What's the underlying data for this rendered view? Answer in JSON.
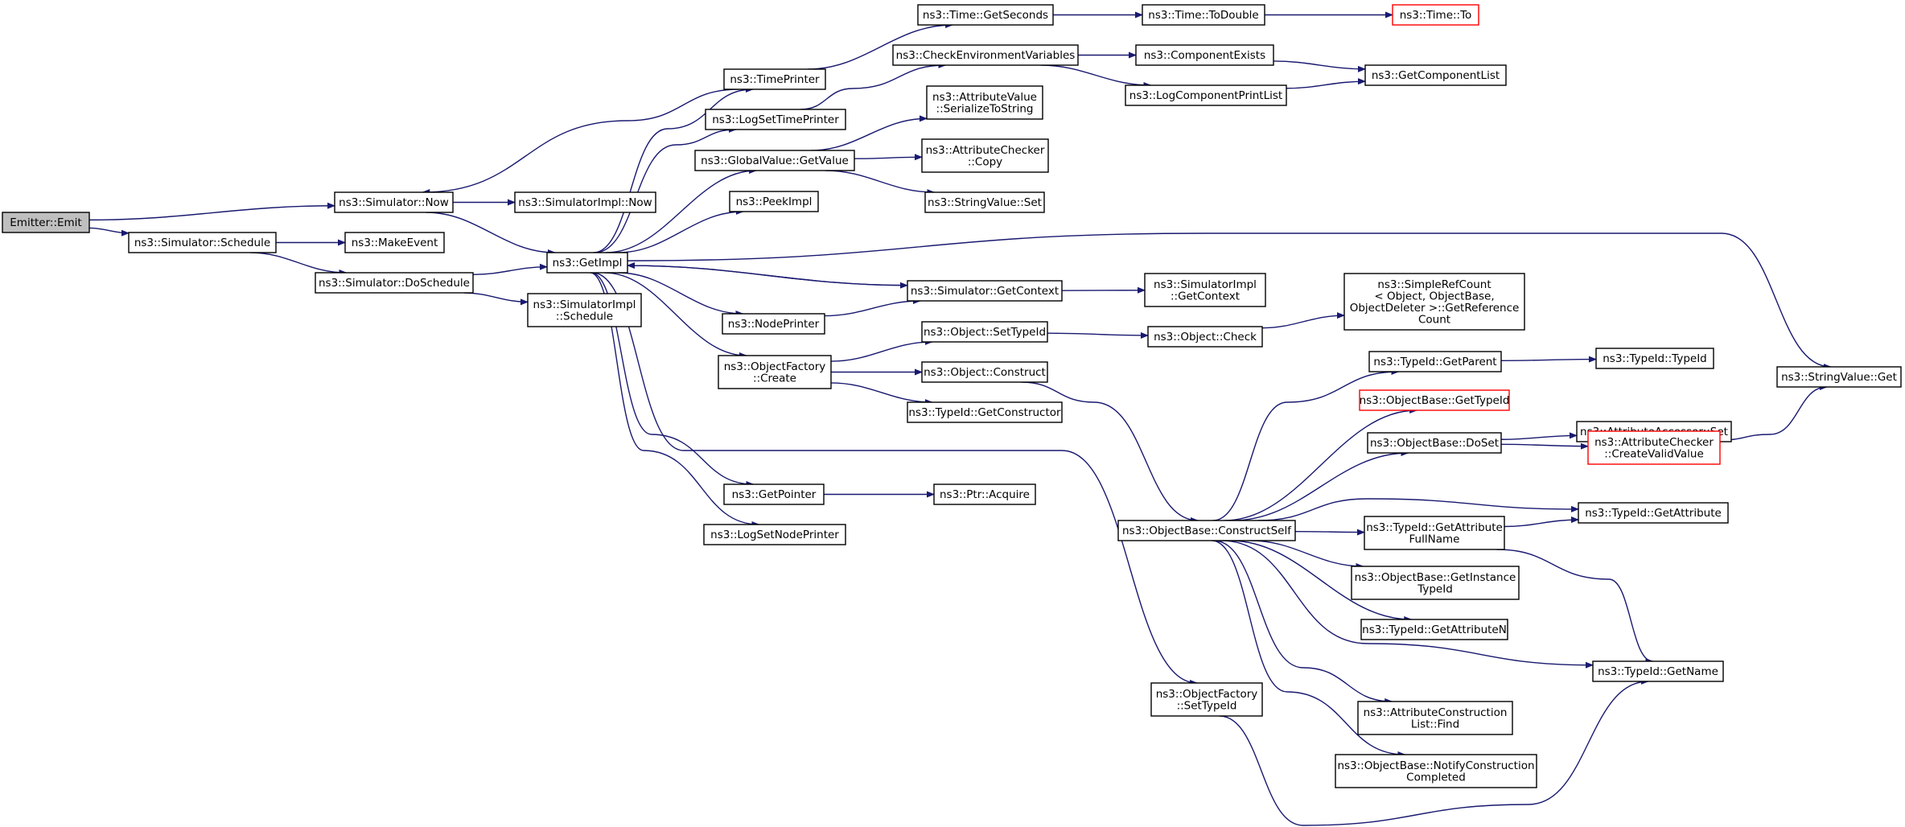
{
  "title": "",
  "colors": {
    "edge": "#191970",
    "root_fill": "#bfbfbf",
    "truncated_border": "#ff0000",
    "node_border": "#000000"
  },
  "nodes": [
    {
      "id": "emit",
      "lines": [
        "Emitter::Emit"
      ],
      "root": true
    },
    {
      "id": "now",
      "lines": [
        "ns3::Simulator::Now"
      ]
    },
    {
      "id": "schedule",
      "lines": [
        "ns3::Simulator::Schedule"
      ]
    },
    {
      "id": "doschedule",
      "lines": [
        "ns3::Simulator::DoSchedule"
      ]
    },
    {
      "id": "getimpl",
      "lines": [
        "ns3::GetImpl"
      ]
    },
    {
      "id": "simimplnow",
      "lines": [
        "ns3::SimulatorImpl::Now"
      ]
    },
    {
      "id": "makeevent",
      "lines": [
        "ns3::MakeEvent"
      ]
    },
    {
      "id": "simimplschedule",
      "lines": [
        "ns3::SimulatorImpl",
        "::Schedule"
      ]
    },
    {
      "id": "timeprinter",
      "lines": [
        "ns3::TimePrinter"
      ]
    },
    {
      "id": "logsettimeprinter",
      "lines": [
        "ns3::LogSetTimePrinter"
      ]
    },
    {
      "id": "globalvalue",
      "lines": [
        "ns3::GlobalValue::GetValue"
      ]
    },
    {
      "id": "peekimpl",
      "lines": [
        "ns3::PeekImpl"
      ]
    },
    {
      "id": "nodeprinter",
      "lines": [
        "ns3::NodePrinter"
      ]
    },
    {
      "id": "objfactorycreate",
      "lines": [
        "ns3::ObjectFactory",
        "::Create"
      ]
    },
    {
      "id": "getpointer",
      "lines": [
        "ns3::GetPointer"
      ]
    },
    {
      "id": "logsetnodeprinter",
      "lines": [
        "ns3::LogSetNodePrinter"
      ]
    },
    {
      "id": "timegetseconds",
      "lines": [
        "ns3::Time::GetSeconds"
      ]
    },
    {
      "id": "timetodouble",
      "lines": [
        "ns3::Time::ToDouble"
      ]
    },
    {
      "id": "timeto",
      "lines": [
        "ns3::Time::To"
      ],
      "truncated": true
    },
    {
      "id": "checkenv",
      "lines": [
        "ns3::CheckEnvironmentVariables"
      ]
    },
    {
      "id": "componentexists",
      "lines": [
        "ns3::ComponentExists"
      ]
    },
    {
      "id": "logcompprintlist",
      "lines": [
        "ns3::LogComponentPrintList"
      ]
    },
    {
      "id": "getcomponentlist",
      "lines": [
        "ns3::GetComponentList"
      ]
    },
    {
      "id": "attrvalserialize",
      "lines": [
        "ns3::AttributeValue",
        "::SerializeToString"
      ]
    },
    {
      "id": "attrcheckercopy",
      "lines": [
        "ns3::AttributeChecker",
        "::Copy"
      ]
    },
    {
      "id": "stringvalueset",
      "lines": [
        "ns3::StringValue::Set"
      ]
    },
    {
      "id": "stringvalueget",
      "lines": [
        "ns3::StringValue::Get"
      ]
    },
    {
      "id": "simgetcontext",
      "lines": [
        "ns3::Simulator::GetContext"
      ]
    },
    {
      "id": "simimplgetcontext",
      "lines": [
        "ns3::SimulatorImpl",
        "::GetContext"
      ]
    },
    {
      "id": "objsettypeid",
      "lines": [
        "ns3::Object::SetTypeId"
      ]
    },
    {
      "id": "objcheck",
      "lines": [
        "ns3::Object::Check"
      ]
    },
    {
      "id": "simplerefcount",
      "lines": [
        "ns3::SimpleRefCount",
        "< Object, ObjectBase,",
        " ObjectDeleter >::GetReference",
        "Count"
      ]
    },
    {
      "id": "objconstruct",
      "lines": [
        "ns3::Object::Construct"
      ]
    },
    {
      "id": "typeidgetconstructor",
      "lines": [
        "ns3::TypeId::GetConstructor"
      ]
    },
    {
      "id": "ptracquire",
      "lines": [
        "ns3::Ptr::Acquire"
      ]
    },
    {
      "id": "constructself",
      "lines": [
        "ns3::ObjectBase::ConstructSelf"
      ]
    },
    {
      "id": "objfactorysettypeid",
      "lines": [
        "ns3::ObjectFactory",
        "::SetTypeId"
      ]
    },
    {
      "id": "typeidgetparent",
      "lines": [
        "ns3::TypeId::GetParent"
      ]
    },
    {
      "id": "typeidtypeid",
      "lines": [
        "ns3::TypeId::TypeId"
      ]
    },
    {
      "id": "objbasegettypeid",
      "lines": [
        "ns3::ObjectBase::GetTypeId"
      ],
      "truncated": true
    },
    {
      "id": "objbasedoset",
      "lines": [
        "ns3::ObjectBase::DoSet"
      ]
    },
    {
      "id": "attraccessorset",
      "lines": [
        "ns3::AttributeAccessor::Set"
      ]
    },
    {
      "id": "createvalidvalue",
      "lines": [
        "ns3::AttributeChecker",
        "::CreateValidValue"
      ],
      "truncated": true
    },
    {
      "id": "typeidgetattribute",
      "lines": [
        "ns3::TypeId::GetAttribute"
      ]
    },
    {
      "id": "typeidgetattrfullname",
      "lines": [
        "ns3::TypeId::GetAttribute",
        "FullName"
      ]
    },
    {
      "id": "getinstancetypeid",
      "lines": [
        "ns3::ObjectBase::GetInstance",
        "TypeId"
      ]
    },
    {
      "id": "typeidgetattributen",
      "lines": [
        "ns3::TypeId::GetAttributeN"
      ]
    },
    {
      "id": "typeidgetname",
      "lines": [
        "ns3::TypeId::GetName"
      ]
    },
    {
      "id": "attrconstructionfind",
      "lines": [
        "ns3::AttributeConstruction",
        "List::Find"
      ]
    },
    {
      "id": "notifyconstruction",
      "lines": [
        "ns3::ObjectBase::NotifyConstruction",
        "Completed"
      ]
    }
  ],
  "edges": [
    [
      "emit",
      "now"
    ],
    [
      "emit",
      "schedule"
    ],
    [
      "now",
      "simimplnow"
    ],
    [
      "now",
      "getimpl"
    ],
    [
      "schedule",
      "makeevent"
    ],
    [
      "schedule",
      "doschedule"
    ],
    [
      "doschedule",
      "getimpl"
    ],
    [
      "doschedule",
      "simimplschedule"
    ],
    [
      "timeprinter",
      "timegetseconds"
    ],
    [
      "timeprinter",
      "now"
    ],
    [
      "getimpl",
      "timeprinter"
    ],
    [
      "getimpl",
      "logsettimeprinter"
    ],
    [
      "getimpl",
      "globalvalue"
    ],
    [
      "getimpl",
      "peekimpl"
    ],
    [
      "getimpl",
      "stringvalueget"
    ],
    [
      "getimpl",
      "simgetcontext"
    ],
    [
      "getimpl",
      "nodeprinter"
    ],
    [
      "getimpl",
      "objfactorycreate"
    ],
    [
      "getimpl",
      "objfactorysettypeid"
    ],
    [
      "getimpl",
      "getpointer"
    ],
    [
      "getimpl",
      "logsetnodeprinter"
    ],
    [
      "timegetseconds",
      "timetodouble"
    ],
    [
      "timetodouble",
      "timeto"
    ],
    [
      "logsettimeprinter",
      "checkenv"
    ],
    [
      "checkenv",
      "componentexists"
    ],
    [
      "checkenv",
      "logcompprintlist"
    ],
    [
      "componentexists",
      "getcomponentlist"
    ],
    [
      "logcompprintlist",
      "getcomponentlist"
    ],
    [
      "globalvalue",
      "attrvalserialize"
    ],
    [
      "globalvalue",
      "attrcheckercopy"
    ],
    [
      "globalvalue",
      "stringvalueset"
    ],
    [
      "simgetcontext",
      "getimpl"
    ],
    [
      "simgetcontext",
      "simimplgetcontext"
    ],
    [
      "nodeprinter",
      "simgetcontext"
    ],
    [
      "objfactorycreate",
      "objsettypeid"
    ],
    [
      "objfactorycreate",
      "objconstruct"
    ],
    [
      "objfactorycreate",
      "typeidgetconstructor"
    ],
    [
      "objsettypeid",
      "objcheck"
    ],
    [
      "objcheck",
      "simplerefcount"
    ],
    [
      "objconstruct",
      "constructself"
    ],
    [
      "getpointer",
      "ptracquire"
    ],
    [
      "constructself",
      "typeidgetparent"
    ],
    [
      "constructself",
      "objbasegettypeid"
    ],
    [
      "constructself",
      "objbasedoset"
    ],
    [
      "constructself",
      "typeidgetattribute"
    ],
    [
      "constructself",
      "typeidgetattrfullname"
    ],
    [
      "constructself",
      "getinstancetypeid"
    ],
    [
      "constructself",
      "typeidgetattributen"
    ],
    [
      "constructself",
      "typeidgetname"
    ],
    [
      "constructself",
      "attrconstructionfind"
    ],
    [
      "constructself",
      "notifyconstruction"
    ],
    [
      "typeidgetparent",
      "typeidtypeid"
    ],
    [
      "objbasedoset",
      "attraccessorset"
    ],
    [
      "objbasedoset",
      "createvalidvalue"
    ],
    [
      "createvalidvalue",
      "stringvalueget"
    ],
    [
      "typeidgetattrfullname",
      "typeidgetattribute"
    ],
    [
      "typeidgetattrfullname",
      "typeidgetname"
    ],
    [
      "objfactorysettypeid",
      "typeidgetname"
    ]
  ]
}
